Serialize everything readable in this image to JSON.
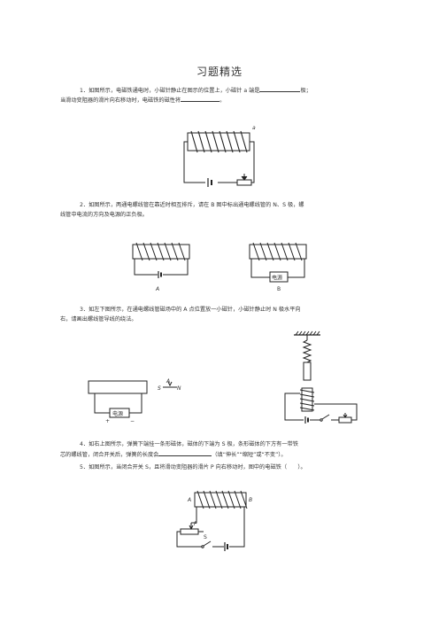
{
  "title": "习题精选",
  "q1": {
    "line1_a": "1．如图所示，电磁铁通电时，小磁针静止在图示的位置上，小磁针 a 端是",
    "line1_b": "极；",
    "line2_a": "当滑动变阻器的滑片向右移动时，电磁铁的磁性将",
    "line2_b": "。",
    "fig_label": "a"
  },
  "q2": {
    "line1": "2．如图所示，两通电螺线管在靠近时相互排斥，请在 B 图中标出通电螺线管的 N、S 极，螺",
    "line2": "线管中电流的方向及电源的正负极。",
    "label_a": "A",
    "label_b": "B",
    "power_label": "电源"
  },
  "q3": {
    "line1": "3．如左下图所示，在通电螺线管磁场中的 A 点位置放一小磁针，小磁针静止时 N 极水平向",
    "line2": "右，请画出螺线管导线的绕法。",
    "label_a": "A",
    "label_s": "S",
    "label_n": "N",
    "power_label": "电源",
    "plus": "+",
    "minus": "−"
  },
  "q4": {
    "line1": "4．如右上图所示，弹簧下端挂一条形磁体，磁体的下端为 S 极，条形磁体的下方有一带铁",
    "line2_a": "芯的螺线管，闭合开关后，弹簧的长度会",
    "line2_b": "（填“伸长”“缩短”或“不变”）。"
  },
  "q5": {
    "line1": "5．如图所示，当闭合开关 S，且将滑动变阻器的滑片 P 向右移动时，图中的电磁铁（　　）。",
    "label_a": "A",
    "label_b": "B",
    "label_p": "P",
    "label_s": "S"
  }
}
